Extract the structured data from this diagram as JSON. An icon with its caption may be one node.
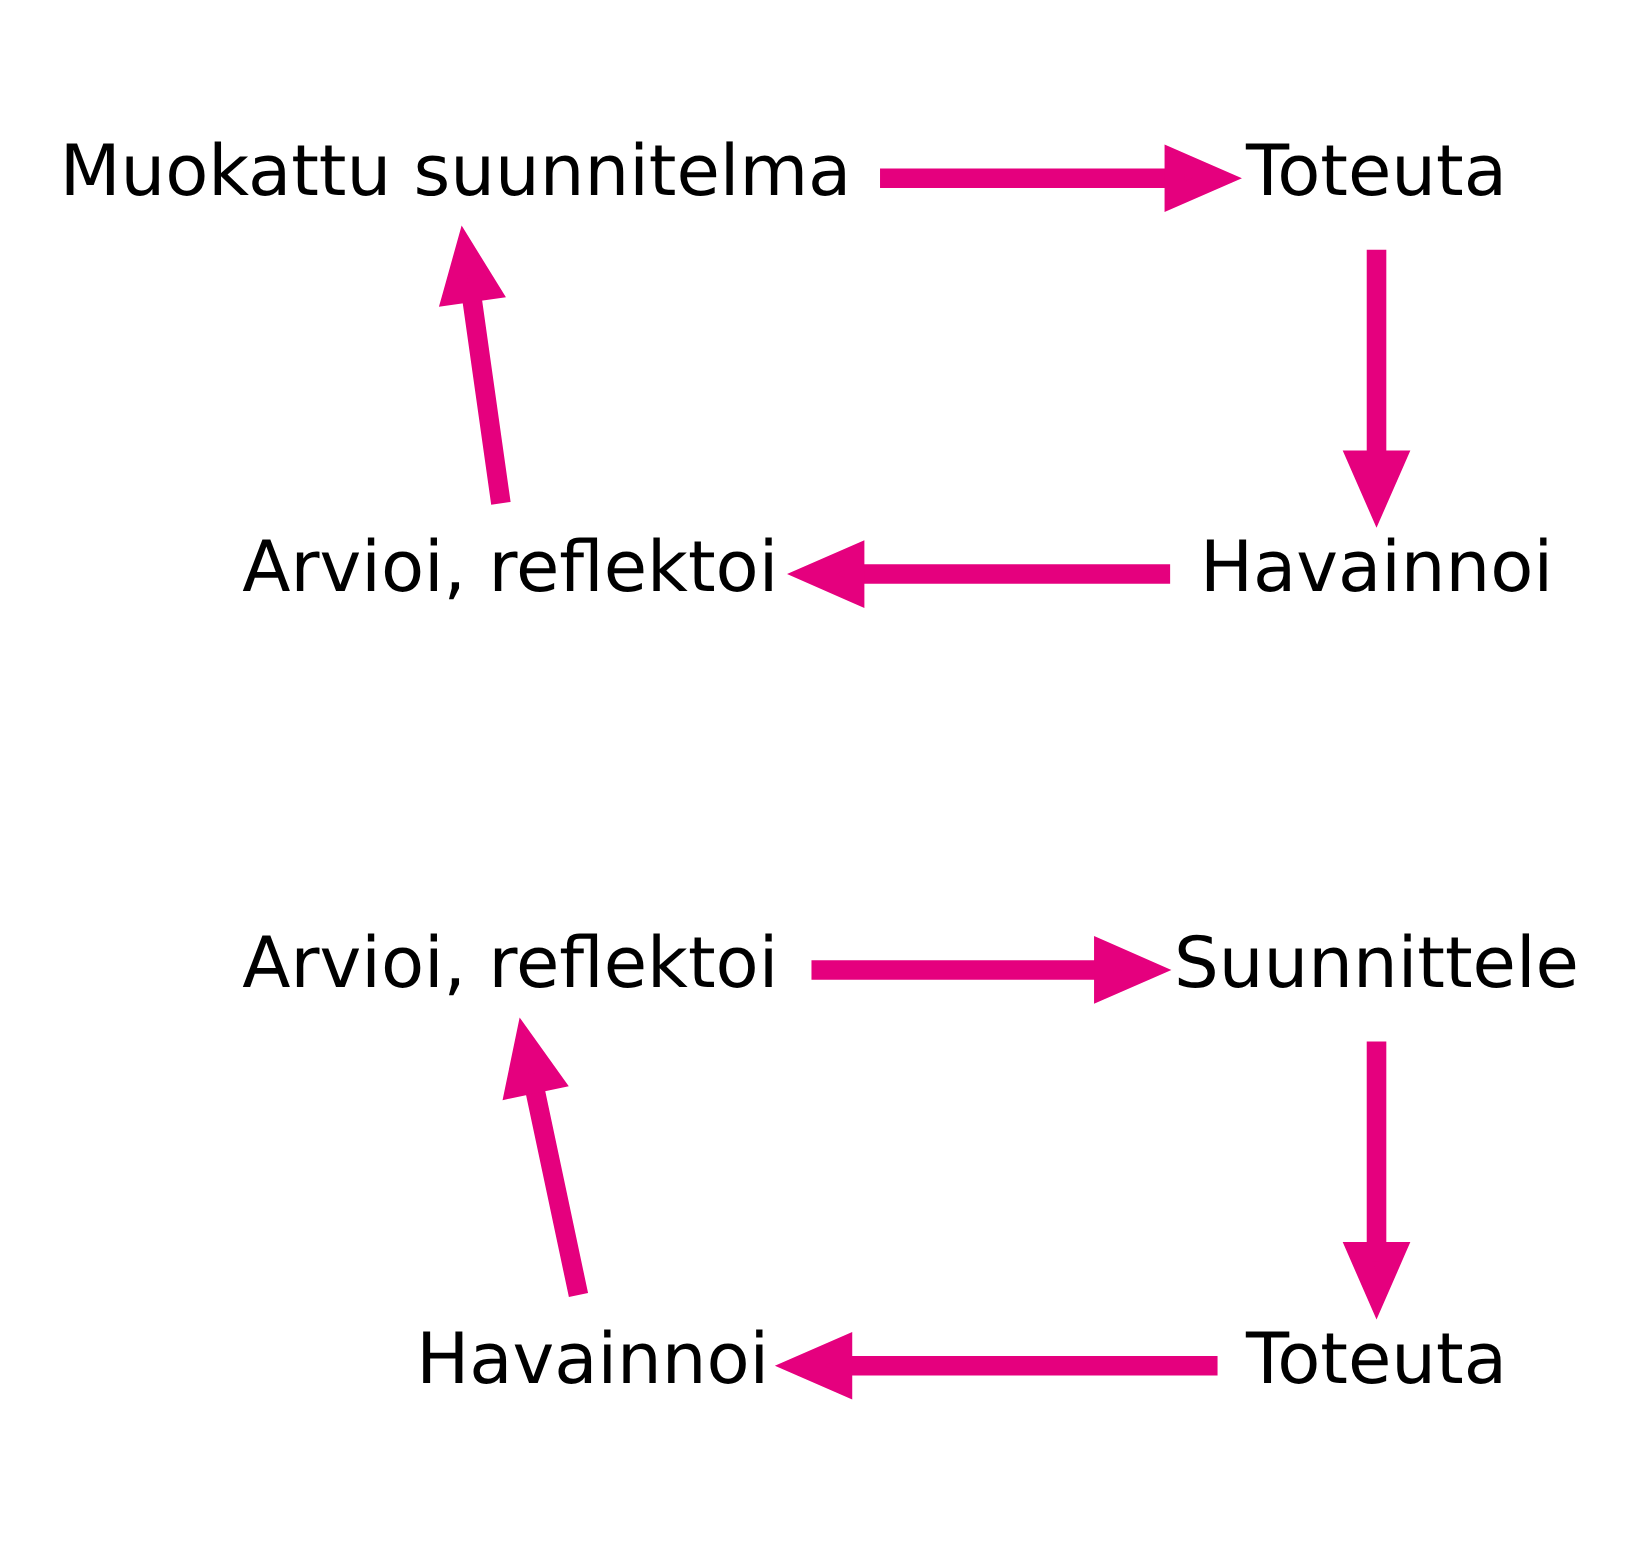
{
  "diagram": {
    "nodes": [
      {
        "text": [
          "Muokattu suunnitelma"
        ]
      },
      {
        "text": [
          "Toteuta"
        ]
      },
      {
        "text": [
          "Havainnoi"
        ]
      },
      {
        "text": [
          "Arvioi, reflektoi"
        ]
      },
      {
        "text": [
          "Arvioi, reflektoi"
        ]
      },
      {
        "text": [
          "Suunnittele"
        ]
      },
      {
        "text": [
          "Toteuta"
        ]
      },
      {
        "text": [
          "Havainnoi"
        ]
      }
    ],
    "edges": [
      {
        "from": 0,
        "to": 1,
        "arrow": "to"
      },
      {
        "from": 1,
        "to": 2,
        "arrow": "to"
      },
      {
        "from": 2,
        "to": 3,
        "arrow": "to"
      },
      {
        "from": 3,
        "to": 0,
        "arrow": "to"
      },
      {
        "from": 4,
        "to": 5,
        "arrow": "to"
      },
      {
        "from": 5,
        "to": 6,
        "arrow": "to"
      },
      {
        "from": 6,
        "to": 7,
        "arrow": "to"
      },
      {
        "from": 7,
        "to": 4,
        "arrow": "to"
      }
    ]
  }
}
